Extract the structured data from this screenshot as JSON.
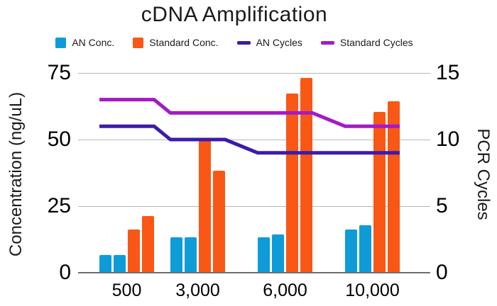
{
  "title": "cDNA Amplification",
  "legend": [
    {
      "label": "AN Conc.",
      "type": "square",
      "color": "#0E9CD8",
      "icon": "blue-square-swatch"
    },
    {
      "label": "Standard Conc.",
      "type": "square",
      "color": "#F95716",
      "icon": "orange-square-swatch"
    },
    {
      "label": "AN Cycles",
      "type": "line",
      "color": "#3D1BA8",
      "icon": "indigo-line-swatch"
    },
    {
      "label": "Standard Cycles",
      "type": "line",
      "color": "#A31BC4",
      "icon": "magenta-line-swatch"
    }
  ],
  "chart_data": {
    "type": "combo: grouped bars + lines (dual axis)",
    "categories": [
      "500",
      "3,000",
      "6,000",
      "10,000"
    ],
    "left_axis": {
      "label": "Concentration (ng/uL)",
      "ticks": [
        0,
        25,
        50,
        75
      ],
      "range": [
        0,
        75
      ]
    },
    "right_axis": {
      "label": "PCR Cycles",
      "ticks": [
        0,
        5,
        10,
        15
      ],
      "range": [
        0,
        15
      ]
    },
    "grid": "horizontal gridlines on",
    "legend_position": "top",
    "bar_series": [
      {
        "name": "AN Conc.",
        "color": "#0E9CD8",
        "axis": "left",
        "values_per_category": [
          [
            6.5,
            6.5
          ],
          [
            13,
            13
          ],
          [
            13,
            14
          ],
          [
            16,
            17.5
          ]
        ]
      },
      {
        "name": "Standard Conc.",
        "color": "#F95716",
        "axis": "left",
        "values_per_category": [
          [
            16,
            21
          ],
          [
            50,
            38
          ],
          [
            67,
            73
          ],
          [
            60,
            64
          ]
        ]
      }
    ],
    "line_series": [
      {
        "name": "AN Cycles",
        "color": "#3D1BA8",
        "axis": "right",
        "values_per_category": [
          11,
          10,
          9,
          9
        ]
      },
      {
        "name": "Standard Cycles",
        "color": "#A31BC4",
        "axis": "right",
        "values_per_category": [
          13,
          12,
          12,
          11
        ]
      }
    ]
  },
  "colors": {
    "gridline": "#b7b7b7",
    "baseline": "#6e6e6e",
    "text": "#1a1a1a"
  }
}
